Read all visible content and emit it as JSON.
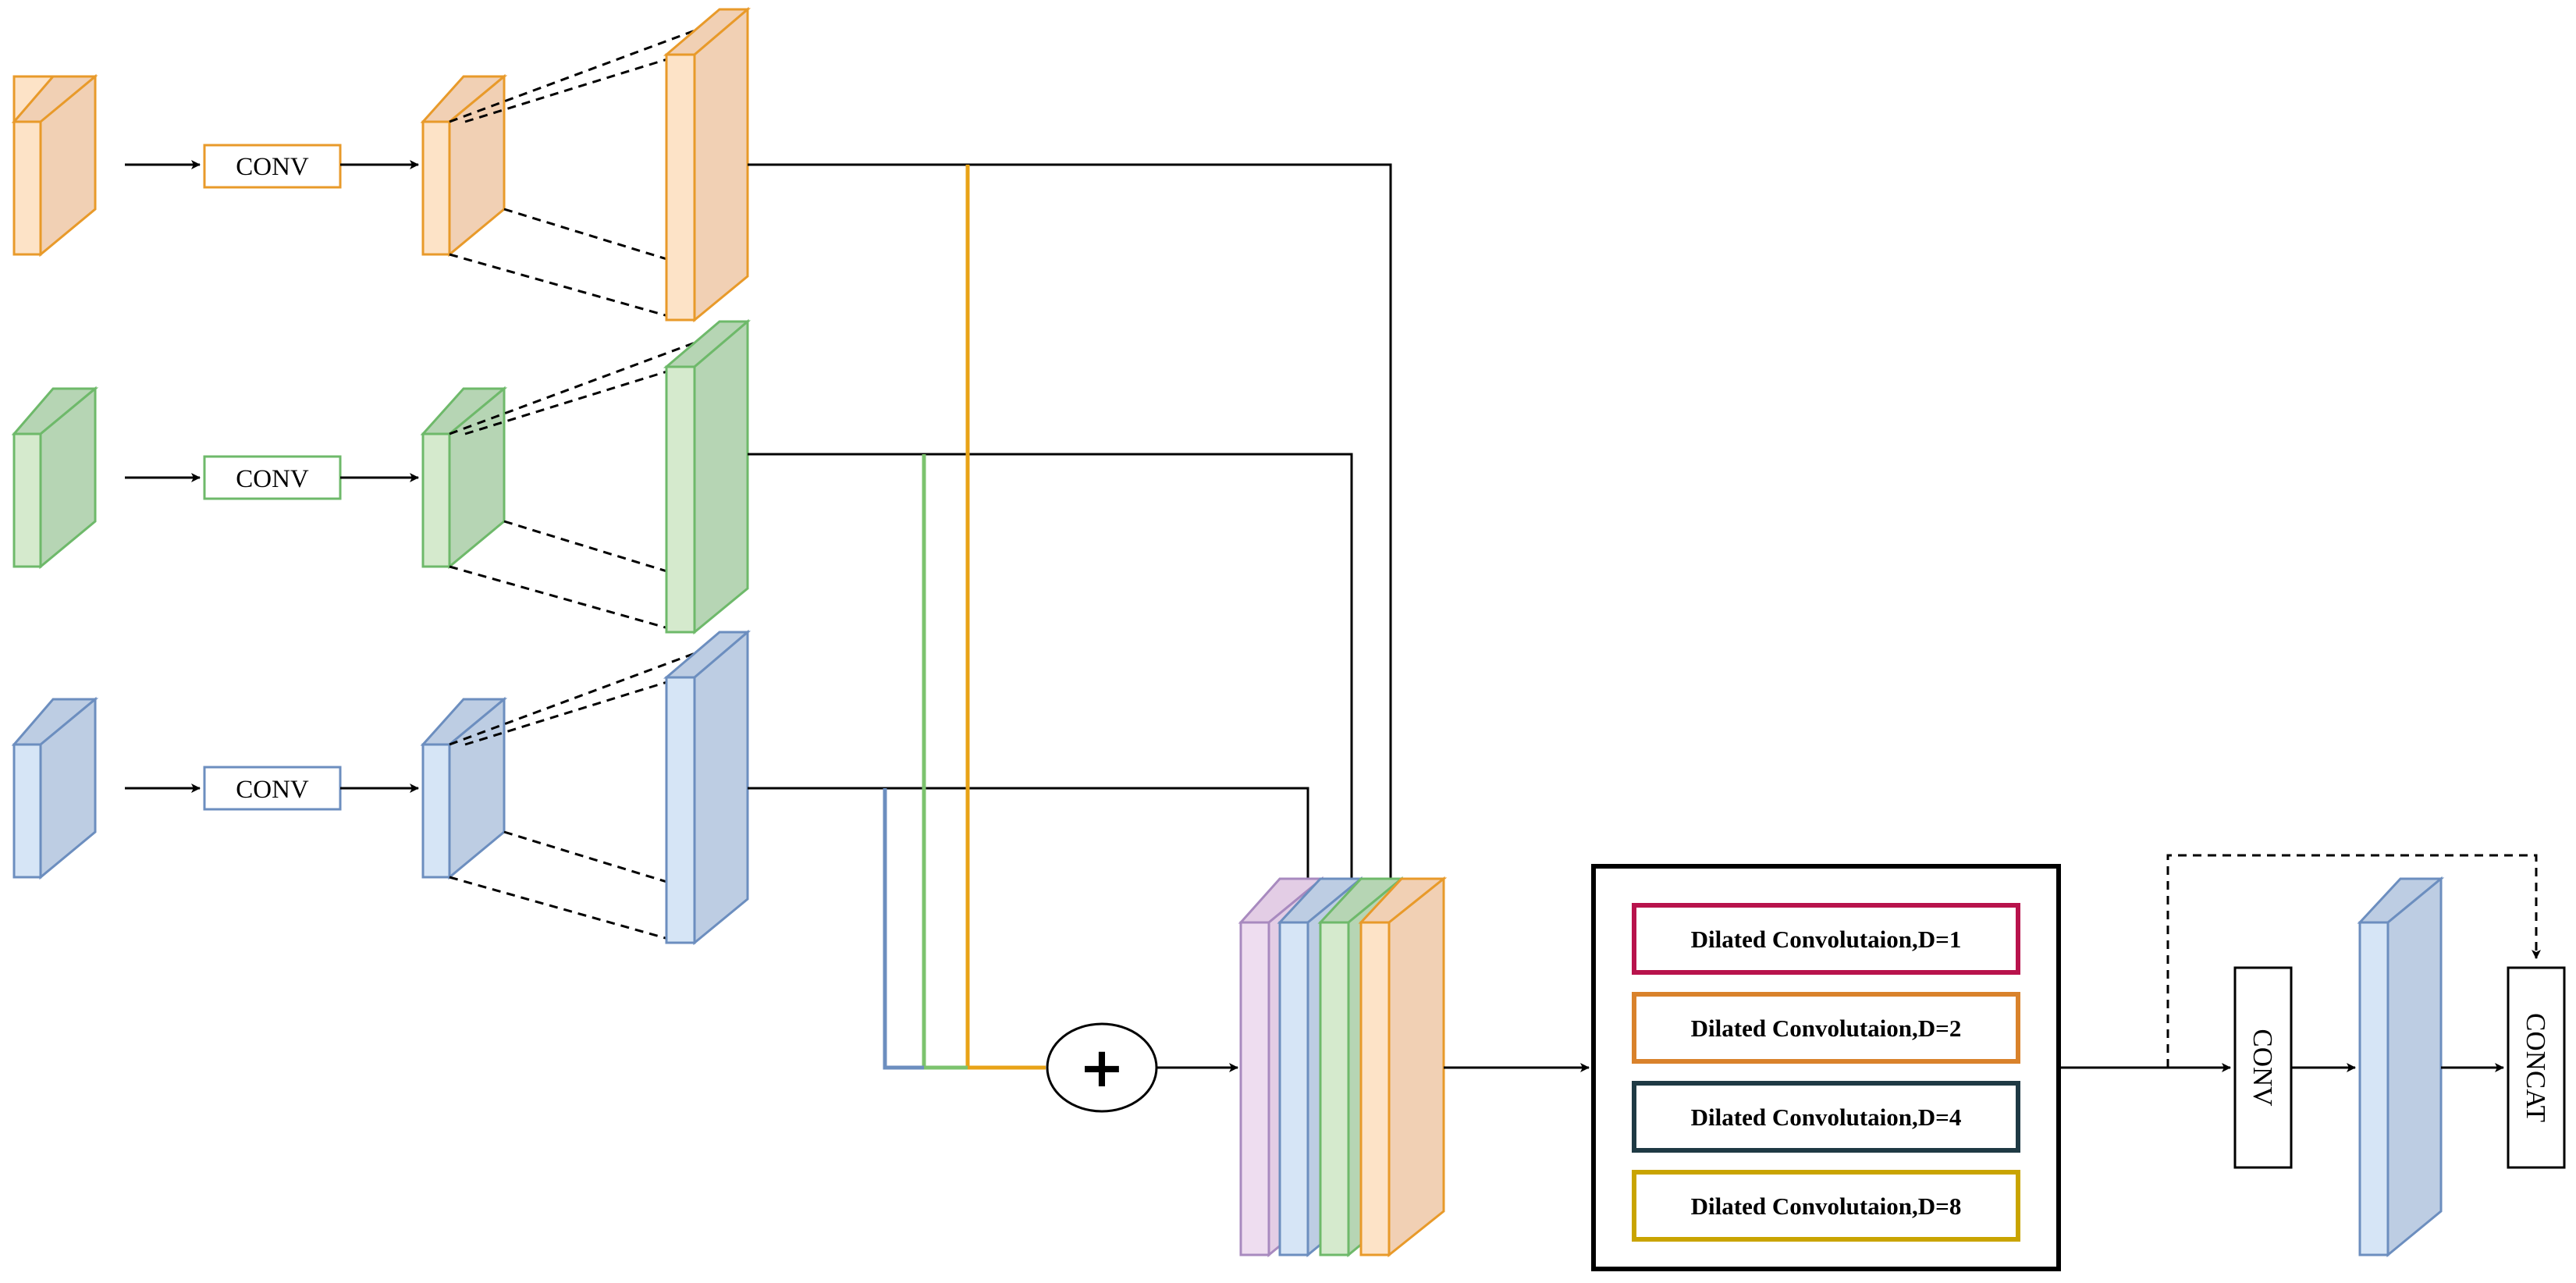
{
  "labels": {
    "conv_orange": "CONV",
    "conv_green": "CONV",
    "conv_blue": "CONV",
    "conv_vertical": "CONV",
    "concat_vertical": "CONCAT",
    "plus_symbol": "+"
  },
  "dilated_block": {
    "items": [
      {
        "label": "Dilated Convolutaion,D=1",
        "color": "#B8134C"
      },
      {
        "label": "Dilated Convolutaion,D=2",
        "color": "#D9822B"
      },
      {
        "label": "Dilated Convolutaion,D=4",
        "color": "#1F3A44"
      },
      {
        "label": "Dilated Convolutaion,D=8",
        "color": "#C9A400"
      }
    ]
  },
  "colors": {
    "orange_face": "#F1D0B4",
    "orange_front": "#FDE3C7",
    "orange_stroke": "#E89A2A",
    "green_face": "#B6D5B4",
    "green_front": "#D5EACD",
    "green_stroke": "#6EB96A",
    "blue_face": "#BDCDE3",
    "blue_front": "#D6E5F6",
    "blue_stroke": "#6C8EBF",
    "purple_face": "#E3CDE5",
    "purple_front": "#EEDDF0",
    "purple_stroke": "#A88ABF"
  }
}
